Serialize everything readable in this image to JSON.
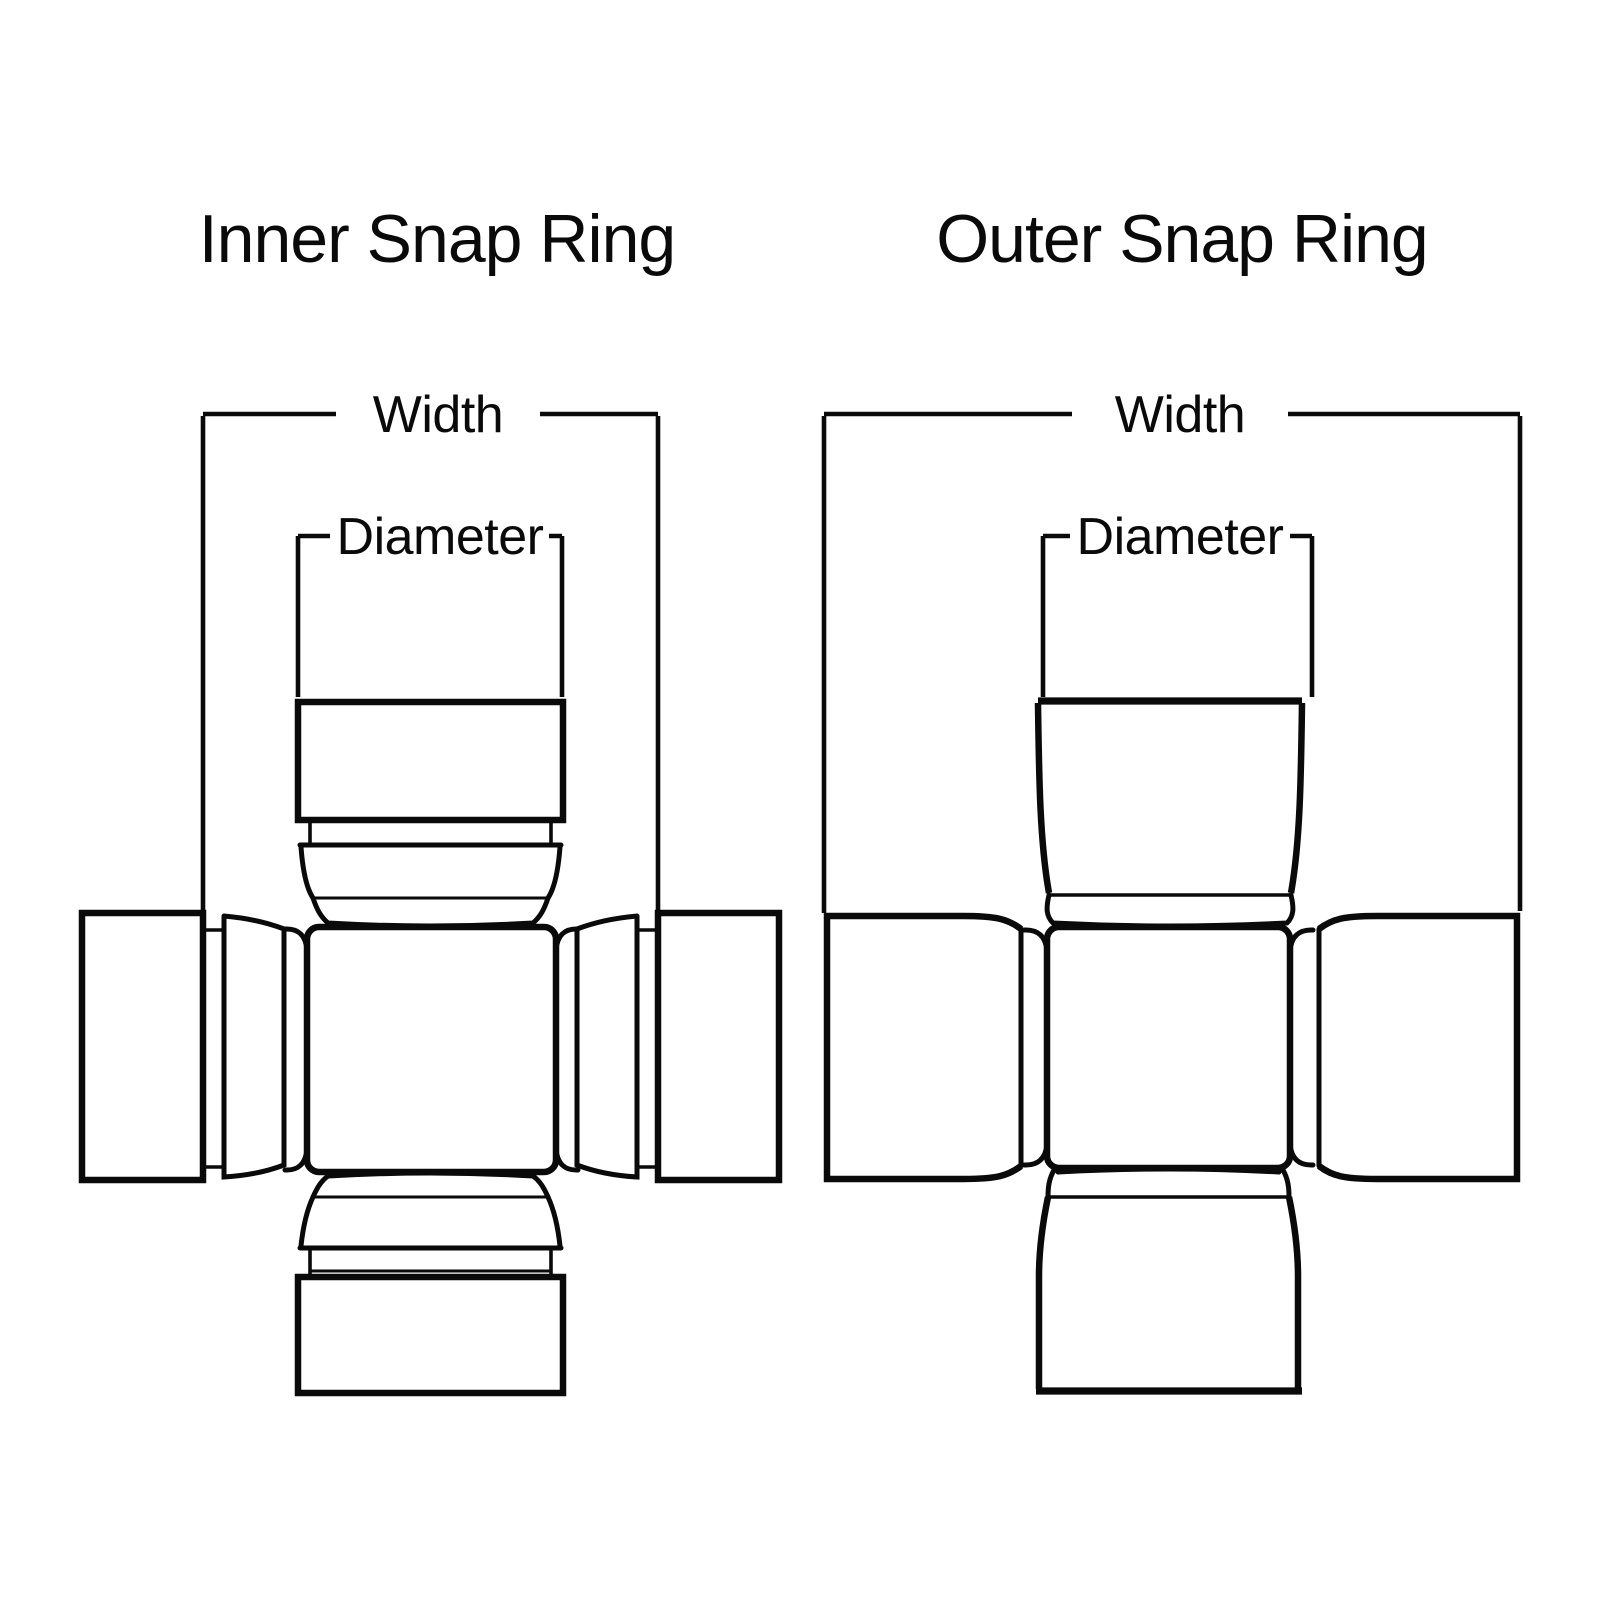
{
  "page": {
    "kind": "technical-diagram",
    "subject": "U-joint snap ring style comparison",
    "colors": {
      "background": "#ffffff",
      "ink": "#0a0a0a"
    }
  },
  "diagrams": [
    {
      "id": "inner-snap-ring",
      "title": "Inner Snap Ring",
      "width_label": "Width",
      "diameter_label": "Diameter"
    },
    {
      "id": "outer-snap-ring",
      "title": "Outer Snap Ring",
      "width_label": "Width",
      "diameter_label": "Diameter"
    }
  ]
}
